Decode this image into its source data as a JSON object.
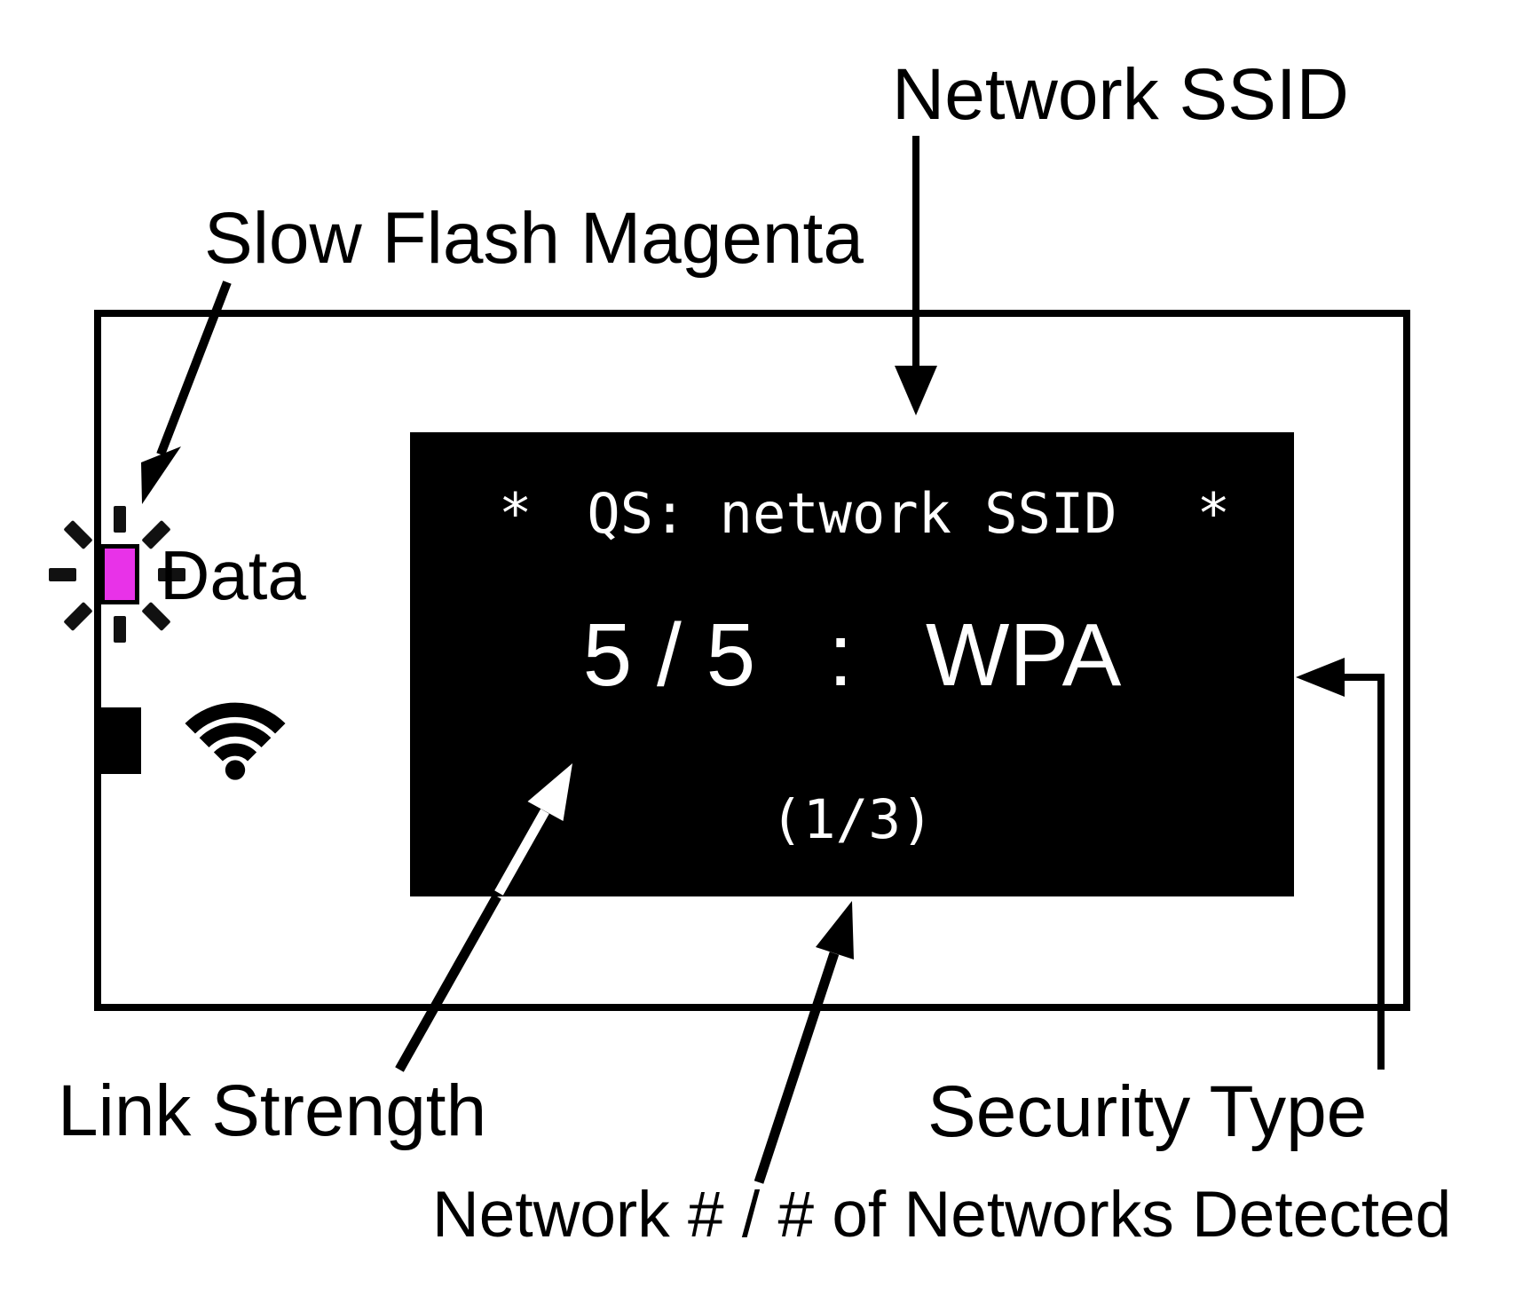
{
  "annotations": {
    "network_ssid": "Network SSID",
    "slow_flash_magenta": "Slow Flash Magenta",
    "link_strength": "Link Strength",
    "security_type": "Security Type",
    "network_count": "Network # / # of Networks Detected"
  },
  "device": {
    "data_led_label": "Data",
    "led_color": "#E832E8",
    "icons": {
      "wifi": "wifi-signal-icon",
      "led": "data-led-flashing"
    }
  },
  "display": {
    "bg": "#000000",
    "fg": "#ffffff",
    "left_star": "*",
    "right_star": "*",
    "ssid_line": "QS: network SSID",
    "link_strength_value": "5 / 5",
    "separator": ":",
    "security_value": "WPA",
    "network_counter": "(1/3)"
  }
}
